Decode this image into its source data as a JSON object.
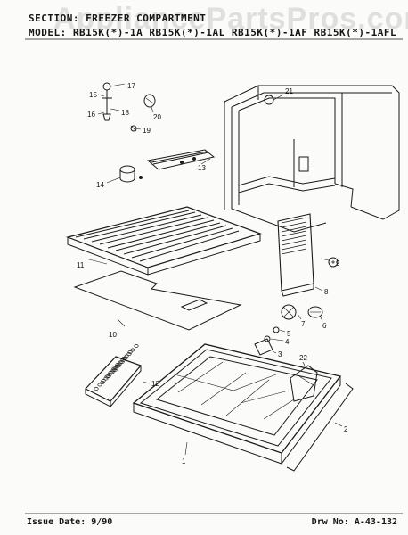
{
  "header": {
    "section_line": "SECTION: FREEZER COMPARTMENT",
    "model_line": "MODEL: RB15K(*)-1A  RB15K(*)-1AL  RB15K(*)-1AF  RB15K(*)-1AFL"
  },
  "watermark": "AppliancePartsPros.com",
  "footer": {
    "issue_date": "Issue Date: 9/90",
    "drawing_no": "Drw No: A-43-132"
  },
  "callouts": {
    "c1": "1",
    "c2": "2",
    "c3": "3",
    "c4": "4",
    "c5": "5",
    "c6": "6",
    "c7": "7",
    "c8": "8",
    "c9": "9",
    "c10": "10",
    "c11": "11",
    "c12": "12",
    "c13": "13",
    "c14": "14",
    "c15": "15",
    "c16": "16",
    "c17": "17",
    "c18": "18",
    "c19": "19",
    "c20": "20",
    "c21": "21",
    "c22": "22"
  }
}
